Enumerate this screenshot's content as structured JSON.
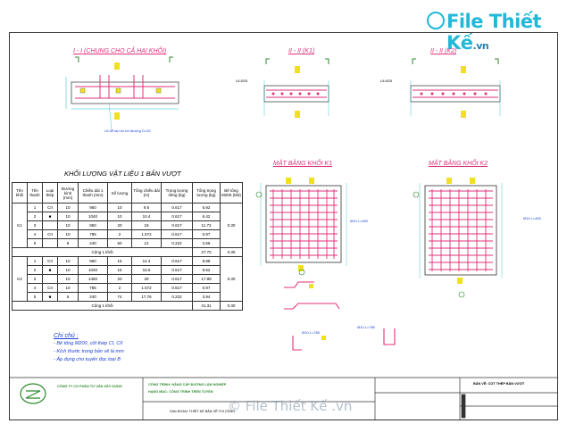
{
  "site_logo": {
    "text": "File Thiết Kế",
    "suffix": ".vn"
  },
  "watermark": "© File Thiết Kế .vn",
  "sections": {
    "s1": "I - I (CHUNG CHO CẢ HAI KHỐI)",
    "s2": "II - II (K1)",
    "s3": "II - II (K2)",
    "s1_note": "L8 để tán ke tới đường D=25",
    "label_l8a": "L8 Ø25",
    "label_l8b": "L8 Ø25"
  },
  "plans": {
    "k1": "MẶT BẰNG KHỐI K1",
    "k2": "MẶT BẰNG KHỐI K2",
    "k1_dim": "Ø10 L=450",
    "k2_dim": "Ø10 L=450",
    "d1": "Ø10 L=450",
    "d2": "Ø10 L=450"
  },
  "table": {
    "title": "KHỐI LƯỢNG VẬT LIỆU 1 BẢN VƯỢT",
    "headers": [
      "Tên khối",
      "Tên thanh",
      "Loại thép",
      "Đường kính (mm)",
      "Chiều dài 1 thanh (mm)",
      "Số lượng",
      "Tổng chiều dài (m)",
      "Trọng lượng riêng (kg)",
      "Tổng trọng lượng (kg)",
      "Bê tông M200 (M3)"
    ],
    "k1_label": "K1",
    "k2_label": "K2",
    "k1_rows": [
      [
        "1",
        "CII",
        "10",
        "950",
        "10",
        "9.5",
        "0.617",
        "5.92"
      ],
      [
        "2",
        "■",
        "10",
        "1040",
        "10",
        "10.4",
        "0.617",
        "6.42"
      ],
      [
        "3",
        "",
        "10",
        "950",
        "20",
        "19",
        "0.617",
        "11.72"
      ],
      [
        "4",
        "CII",
        "10",
        "785",
        "2",
        "1.572",
        "0.617",
        "0.97"
      ],
      [
        "5",
        "",
        "6",
        "240",
        "50",
        "12",
        "0.222",
        "2.66"
      ]
    ],
    "k2_rows": [
      [
        "1",
        "CII",
        "10",
        "960",
        "15",
        "14.4",
        "0.617",
        "8.88"
      ],
      [
        "2",
        "■",
        "10",
        "1040",
        "15",
        "15.6",
        "0.617",
        "9.62"
      ],
      [
        "3",
        "",
        "10",
        "1450",
        "20",
        "29",
        "0.617",
        "17.89"
      ],
      [
        "4",
        "CII",
        "10",
        "785",
        "2",
        "1.572",
        "0.617",
        "0.97"
      ],
      [
        "5",
        "■",
        "6",
        "240",
        "74",
        "17.76",
        "0.222",
        "3.94"
      ]
    ],
    "k1_total_label": "Cộng 1 khối",
    "k1_total": "27.70",
    "k1_total_conc": "0.30",
    "k2_total_label": "Cộng 1 khối",
    "k2_total": "41.31",
    "k2_total_conc": "0.30",
    "k1_conc": "0.30",
    "k2_conc": "0.30"
  },
  "notes": {
    "heading": "Chi chú :",
    "lines": [
      "- Bê tông M200, cốt thép CI, CII",
      "- Kích thước trong bản vẽ là mm",
      "- Áp dụng cho tuyến đọc loại B"
    ]
  },
  "details": {
    "hook1": "Ø10 L=785",
    "hook2": "Ø10 L=785"
  },
  "title_block": {
    "company": "CÔNG TY CỔ PHẦN TƯ VẤN XÂY DỰNG",
    "project": "CÔNG TRÌNH: NÂNG CẤP ĐƯỜNG LÂM NGHIỆP",
    "item": "HẠNG MỤC: CÔNG TRÌNH TRÊN TUYẾN",
    "drawing": "BẢN VẼ: CỐT THÉP BẢN VƯỢT",
    "footer": "GIAI ĐOẠN: THIẾT KẾ BẢN VẼ THI CÔNG"
  },
  "colors": {
    "frame": "#333333",
    "rebar": "#e0307a",
    "concrete": "#f0e020",
    "dim": "#1fb8c8",
    "note": "#1a3fd0",
    "logo": "#22b8d8"
  }
}
